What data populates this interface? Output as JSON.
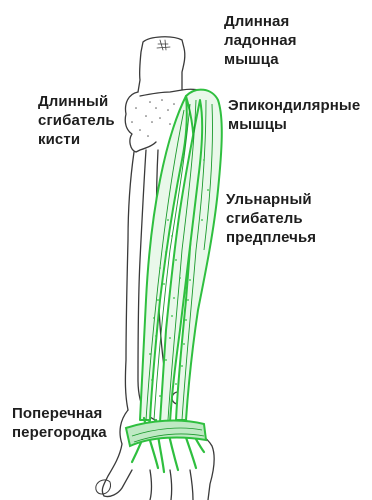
{
  "labels": {
    "palmaris_longus": {
      "lines": [
        "Длинная",
        "ладонная",
        "мышца"
      ]
    },
    "flexor_carpi_radialis": {
      "lines": [
        "Длинный",
        "сгибатель",
        "кисти"
      ]
    },
    "epicondylar_muscles": {
      "lines": [
        "Эпикондилярные",
        "мышцы"
      ]
    },
    "flexor_carpi_ulnaris": {
      "lines": [
        "Ульнарный",
        "сгибатель",
        "предплечья"
      ]
    },
    "transverse_septum": {
      "lines": [
        "Поперечная",
        "перегородка"
      ]
    }
  },
  "colors": {
    "muscle_green": "#2fbf3f",
    "muscle_green_dark": "#1a9a2c",
    "bone_line": "#3a3a3a",
    "text": "#1e1e1e"
  },
  "icons": {
    "bone_outline": "forearm-bones",
    "muscle": "forearm-flexor-muscles"
  }
}
